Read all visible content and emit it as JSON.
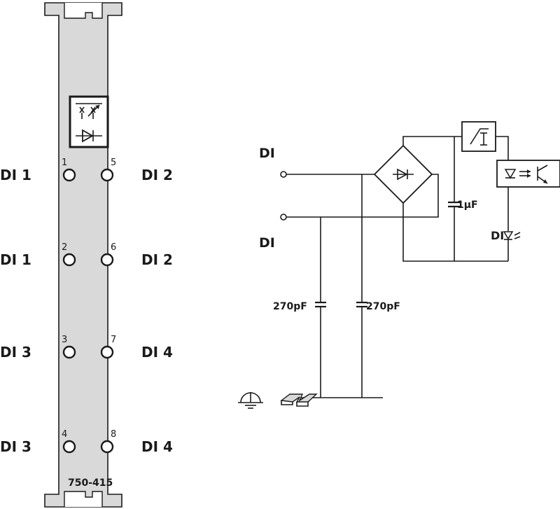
{
  "module": {
    "part_number": "750-415",
    "left_labels": [
      "DI 1",
      "DI 1",
      "DI 3",
      "DI 3"
    ],
    "right_labels": [
      "DI 2",
      "DI 2",
      "DI 4",
      "DI 4"
    ],
    "left_pins": [
      "1",
      "2",
      "3",
      "4"
    ],
    "right_pins": [
      "5",
      "6",
      "7",
      "8"
    ],
    "body_color": "#d9d9d9"
  },
  "schematic": {
    "input_top_label": "DI",
    "input_bottom_label": "DI",
    "cap_left": "270pF",
    "cap_right": "270pF",
    "cap_filter": "1µF",
    "output_label": "DI"
  }
}
